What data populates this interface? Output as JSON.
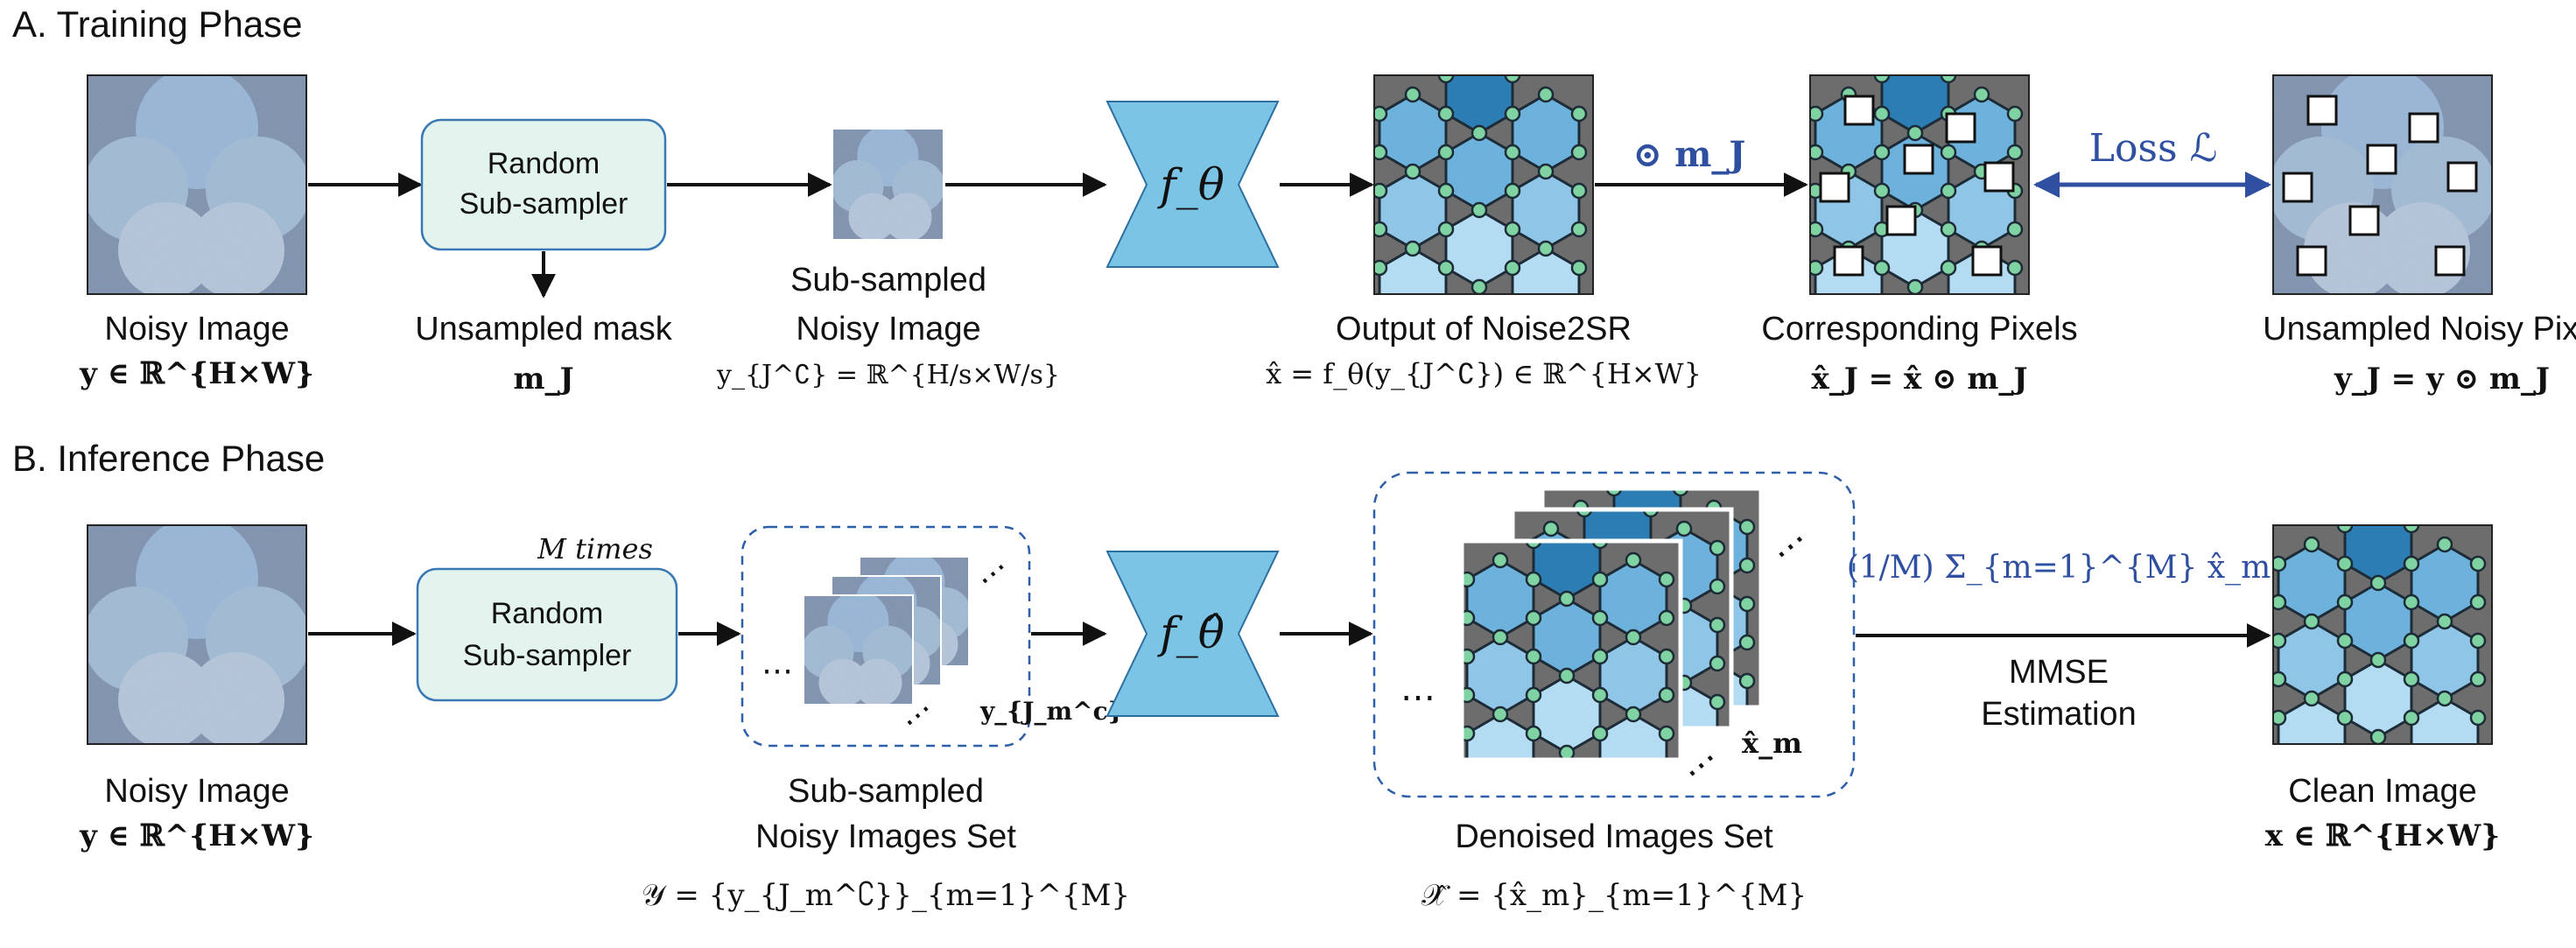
{
  "colors": {
    "hex_dark": "#2b7db3",
    "hex_mid": "#6cb2dc",
    "hex_light": "#b3dbf2",
    "node_fill": "#7fd3a3",
    "panel_gray": "#6d6d6d",
    "sampler_fill": "#e3f4ef",
    "sampler_stroke": "#3a78b5",
    "network_fill": "#7cc4e5",
    "dashed_stroke": "#2f5fa8",
    "arrow_blue": "#2f4fa0"
  },
  "training": {
    "section_title": "A. Training Phase",
    "noisy_image": {
      "caption": "Noisy Image",
      "formula": "y ∈ ℝ^{H×W}"
    },
    "sampler": {
      "line1": "Random",
      "line2": "Sub-sampler"
    },
    "unsampled_mask": {
      "caption": "Unsampled mask",
      "formula": "m_J"
    },
    "subsampled": {
      "caption1": "Sub-sampled",
      "caption2": "Noisy Image",
      "formula": "y_{J^∁} = ℝ^{H/s×W/s}"
    },
    "network": {
      "label": "f_θ"
    },
    "output": {
      "caption": "Output of Noise2SR",
      "formula": "x̂ = f_θ(y_{J^∁}) ∈ ℝ^{H×W}"
    },
    "mask_op": {
      "label": "⊙ m_J"
    },
    "corresponding": {
      "caption": "Corresponding Pixels",
      "formula": "x̂_J = x̂ ⊙ m_J"
    },
    "loss": {
      "label": "Loss ℒ"
    },
    "unsampled_pixels": {
      "caption": "Unsampled Noisy Pixels",
      "formula": "y_J = y ⊙ m_J"
    }
  },
  "inference": {
    "section_title": "B. Inference Phase",
    "noisy_image": {
      "caption": "Noisy Image",
      "formula": "y ∈ ℝ^{H×W}"
    },
    "sampler": {
      "line1": "Random",
      "line2": "Sub-sampler",
      "repeat": "M times"
    },
    "subsampled_set": {
      "caption1": "Sub-sampled",
      "caption2": "Noisy Images Set",
      "formula": "𝒴 = {y_{J_m^∁}}_{m=1}^{M}",
      "item": "y_{J_m^c}"
    },
    "network": {
      "label": "f_θ̂"
    },
    "denoised_set": {
      "caption": "Denoised Images Set",
      "formula": "𝒳̂ = {x̂_m}_{m=1}^{M}",
      "item": "x̂_m"
    },
    "mmse": {
      "formula": "(1/M) Σ_{m=1}^{M} x̂_m",
      "line1": "MMSE",
      "line2": "Estimation"
    },
    "clean": {
      "caption": "Clean Image",
      "formula": "x ∈ ℝ^{H×W}"
    }
  }
}
